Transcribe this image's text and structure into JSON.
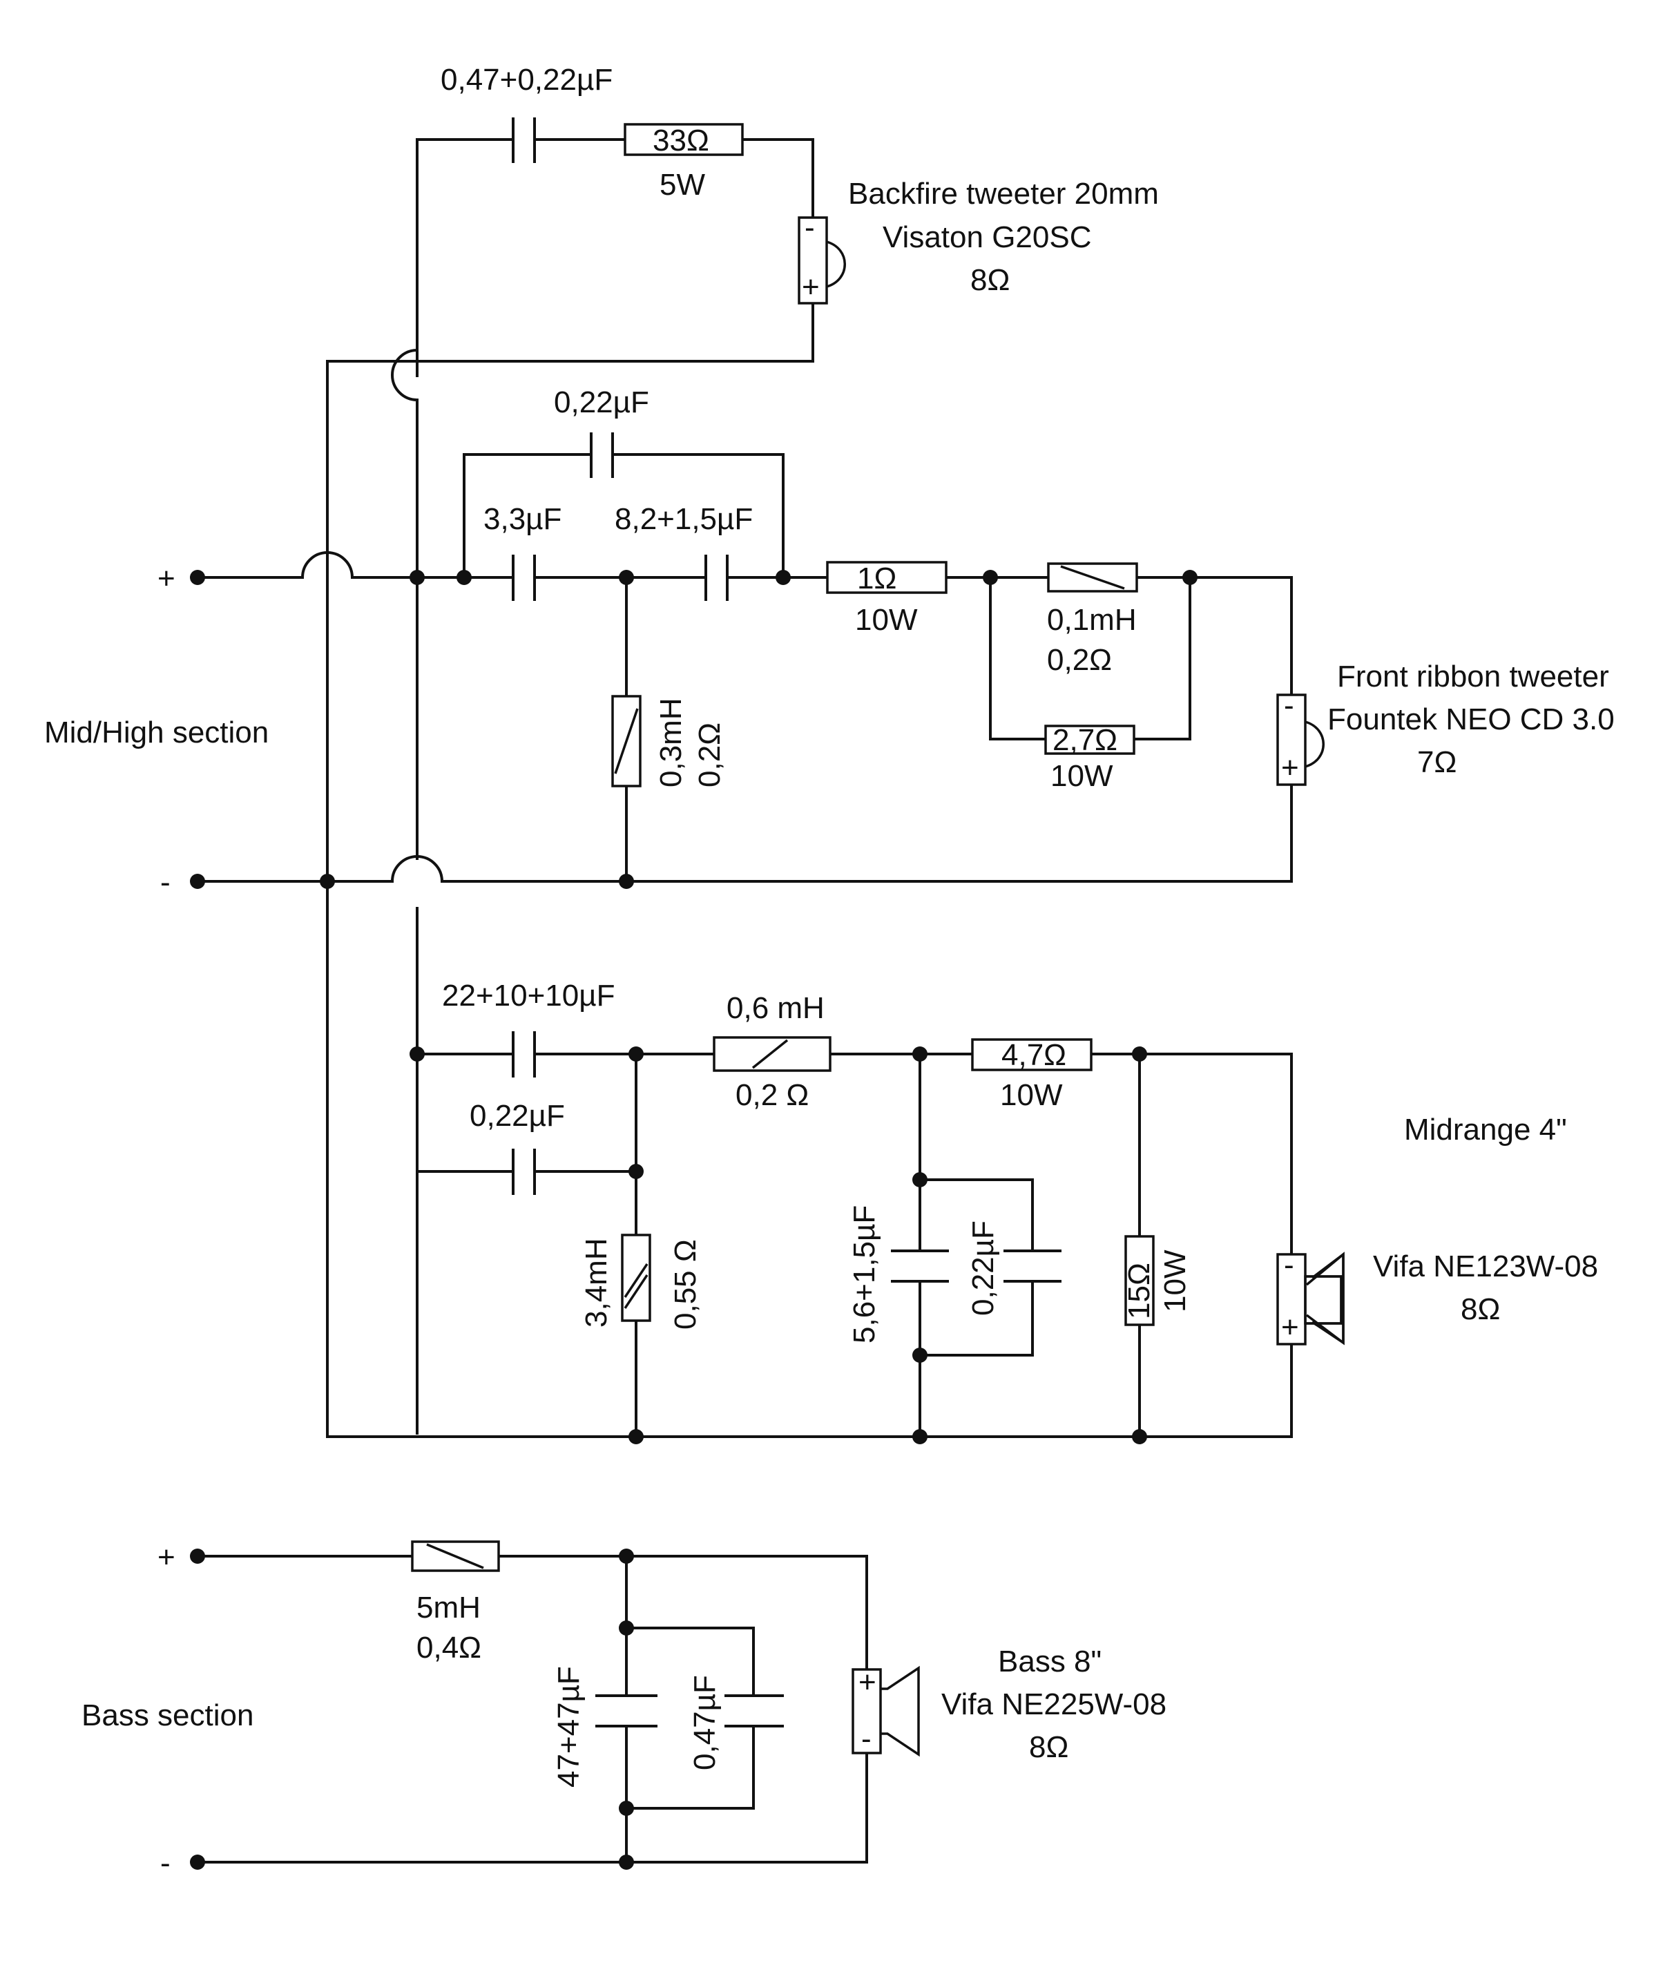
{
  "sections": {
    "mid_high": "Mid/High section",
    "bass": "Bass section"
  },
  "terminals": {
    "plus": "+",
    "minus": "-"
  },
  "components": {
    "c_backfire": "0,47+0,22µF",
    "r_backfire": "33Ω",
    "r_backfire_power": "5W",
    "c_bypass": "0,22µF",
    "c_33": "3,3µF",
    "c_82": "8,2+1,5µF",
    "r_1": "1Ω",
    "r_1_power": "10W",
    "l_01": "0,1mH",
    "l_01_res": "0,2Ω",
    "r_27": "2,7Ω",
    "r_27_power": "10W",
    "l_03": "0,3mH",
    "l_03_res": "0,2Ω",
    "c_mid": "22+10+10µF",
    "c_mid_bypass": "0,22µF",
    "l_06": "0,6 mH",
    "l_06_res": "0,2 Ω",
    "r_47": "4,7Ω",
    "r_47_power": "10W",
    "l_34": "3,4mH",
    "l_34_res": "0,55 Ω",
    "c_56": "5,6+1,5µF",
    "c_56_bypass": "0,22µF",
    "r_15": "15Ω",
    "r_15_power": "10W",
    "l_5": "5mH",
    "l_5_res": "0,4Ω",
    "c_47": "47+47µF",
    "c_47_bypass": "0,47µF"
  },
  "drivers": {
    "backfire": {
      "line1": "Backfire tweeter 20mm",
      "line2": "Visaton G20SC",
      "line3": "8Ω"
    },
    "front": {
      "line1": "Front ribbon tweeter",
      "line2": "Fountek NEO CD 3.0",
      "line3": "7Ω"
    },
    "midrange": {
      "line1": "Midrange 4\"",
      "line2": "Vifa NE123W-08",
      "line3": "8Ω"
    },
    "bass": {
      "line1": "Bass 8\"",
      "line2": "Vifa NE225W-08",
      "line3": "8Ω"
    }
  },
  "polarity": {
    "plus": "+",
    "minus": "-"
  }
}
